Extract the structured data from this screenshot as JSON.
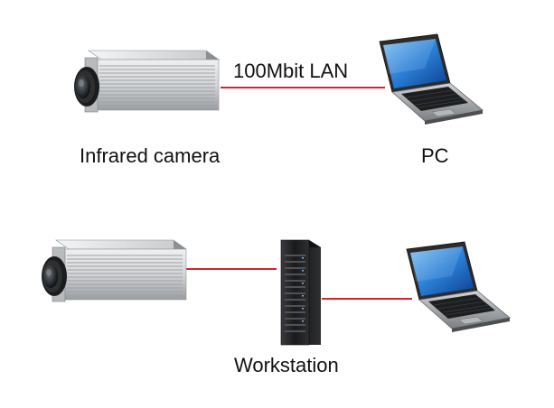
{
  "diagram": {
    "labels": {
      "link": "100Mbit LAN",
      "camera": "Infrared camera",
      "pc": "PC",
      "workstation": "Workstation"
    },
    "colors": {
      "cable": "#d8232a",
      "laptop_screen": "#1f6fc8",
      "server_body": "#1c1c1e",
      "camera_body": "#c9cbcd"
    }
  }
}
